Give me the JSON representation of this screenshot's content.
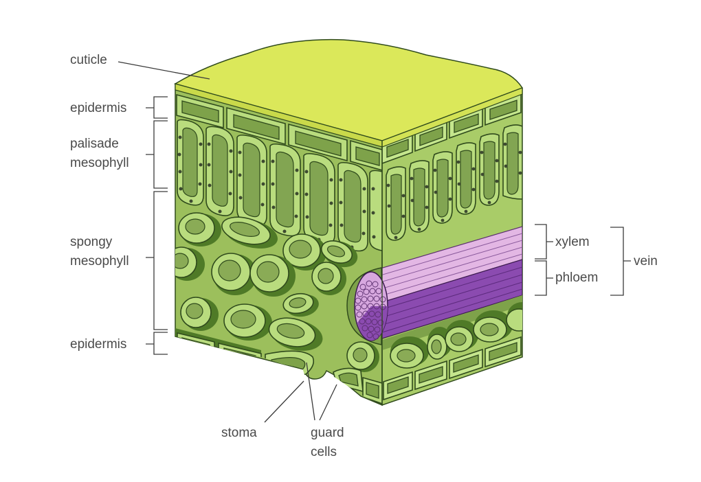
{
  "labels": {
    "cuticle": "cuticle",
    "epidermis_upper": "epidermis",
    "palisade_line1": "palisade",
    "palisade_line2": "mesophyll",
    "spongy_line1": "spongy",
    "spongy_line2": "mesophyll",
    "epidermis_lower": "epidermis",
    "stoma": "stoma",
    "guard_line1": "guard",
    "guard_line2": "cells",
    "xylem": "xylem",
    "phloem": "phloem",
    "vein": "vein"
  },
  "colors": {
    "cuticle": "#dbe85a",
    "cuticle_edge": "#c9d94a",
    "tissue_front": "#9cbf5c",
    "tissue_side": "#a9cc68",
    "xylem": "#e3b7e4",
    "phloem": "#8b4bb0"
  }
}
